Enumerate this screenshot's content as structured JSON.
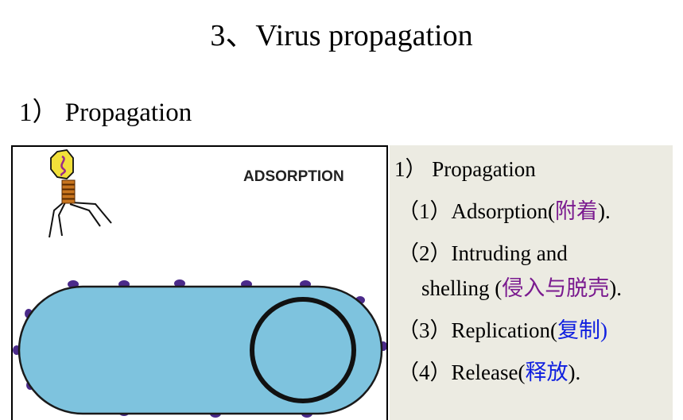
{
  "title": "3、Virus propagation",
  "subtitle": "1） Propagation",
  "figure": {
    "label": "ADSORPTION",
    "colors": {
      "cell": "#7ec3de",
      "knob": "#4b2a8a",
      "capsid": "#f2e03a"
    }
  },
  "panel": {
    "heading": "1） Propagation",
    "steps": [
      {
        "prefix": "（1）Adsorption(",
        "cn": "附着",
        "suffix": ")."
      },
      {
        "prefix": "（2）Intruding and",
        "line2": "shelling (",
        "cn": "侵入与脱壳",
        "suffix": ")."
      },
      {
        "prefix": "（3）Replication(",
        "cn": "复制",
        "suffix": ")"
      },
      {
        "prefix": "（4）Release(",
        "cn": "释放",
        "suffix": ")."
      }
    ],
    "colors": {
      "background": "#ecebe2",
      "purple": "#7a1a8f",
      "blue": "#1020e0"
    }
  }
}
